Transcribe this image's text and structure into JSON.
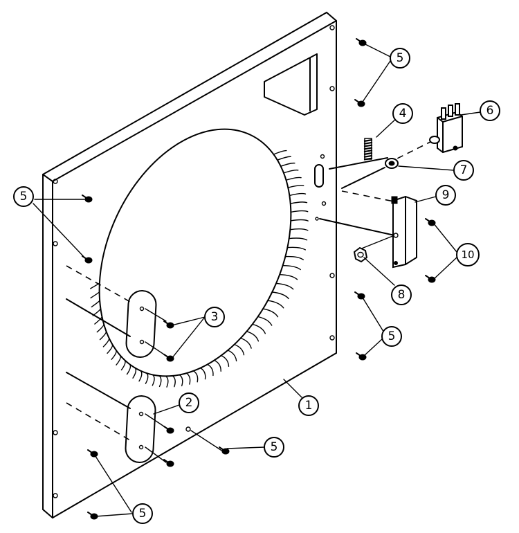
{
  "callouts": [
    {
      "id": "c1",
      "label": "1"
    },
    {
      "id": "c2",
      "label": "2"
    },
    {
      "id": "c3",
      "label": "3"
    },
    {
      "id": "c4",
      "label": "4"
    },
    {
      "id": "c5a",
      "label": "5"
    },
    {
      "id": "c5b",
      "label": "5"
    },
    {
      "id": "c5c",
      "label": "5"
    },
    {
      "id": "c5d",
      "label": "5"
    },
    {
      "id": "c5e",
      "label": "5"
    },
    {
      "id": "c6",
      "label": "6"
    },
    {
      "id": "c7",
      "label": "7"
    },
    {
      "id": "c8",
      "label": "8"
    },
    {
      "id": "c9",
      "label": "9"
    },
    {
      "id": "c10",
      "label": "10"
    }
  ]
}
